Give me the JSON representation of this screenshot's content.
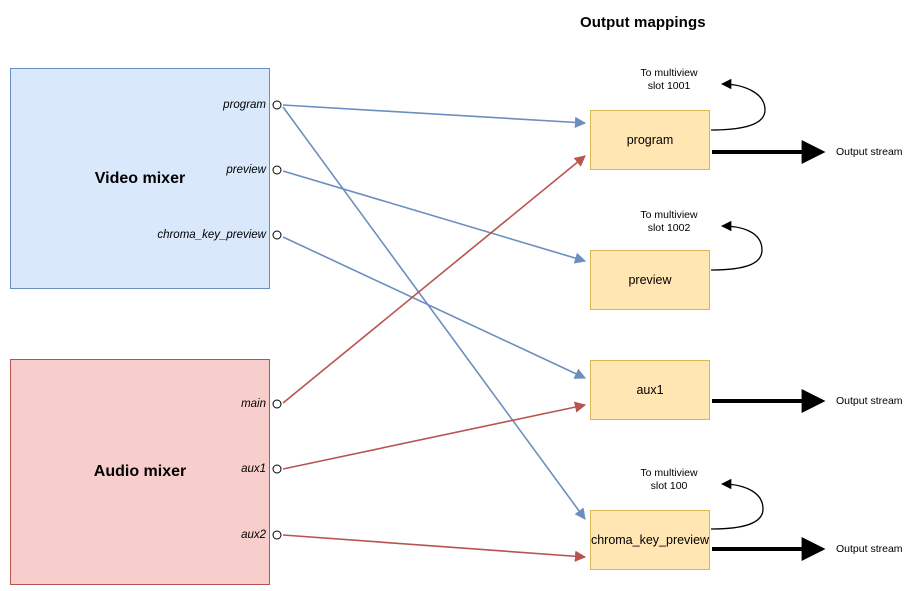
{
  "title": "Output mappings",
  "colors": {
    "video_fill": "#dae8fc",
    "video_stroke": "#6c8ebf",
    "audio_fill": "#f8cecc",
    "audio_stroke": "#b85450",
    "output_fill": "#ffe6b3",
    "output_stroke": "#d6b656",
    "video_wire": "#6c8ebf",
    "audio_wire": "#b85450",
    "stream_wire": "#000000"
  },
  "sources": [
    {
      "id": "video-mixer",
      "title": "Video mixer",
      "ports": [
        {
          "id": "program",
          "label": "program"
        },
        {
          "id": "preview",
          "label": "preview"
        },
        {
          "id": "chroma_key_preview",
          "label": "chroma_key_preview"
        }
      ]
    },
    {
      "id": "audio-mixer",
      "title": "Audio mixer",
      "ports": [
        {
          "id": "main",
          "label": "main"
        },
        {
          "id": "aux1",
          "label": "aux1"
        },
        {
          "id": "aux2",
          "label": "aux2"
        }
      ]
    }
  ],
  "outputs": [
    {
      "id": "program",
      "label": "program",
      "multiview": "To multiview\nslot 1001",
      "multiview_line1": "To multiview",
      "multiview_line2": "slot 1001",
      "stream_label": "Output stream",
      "has_multiview": true,
      "has_stream": true
    },
    {
      "id": "preview",
      "label": "preview",
      "multiview_line1": "To multiview",
      "multiview_line2": "slot 1002",
      "stream_label": "",
      "has_multiview": true,
      "has_stream": false
    },
    {
      "id": "aux1",
      "label": "aux1",
      "multiview_line1": "",
      "multiview_line2": "",
      "stream_label": "Output stream",
      "has_multiview": false,
      "has_stream": true
    },
    {
      "id": "chroma_key_preview",
      "label": "chroma_key_preview",
      "multiview_line1": "To multiview",
      "multiview_line2": "slot 100",
      "stream_label": "Output stream",
      "has_multiview": true,
      "has_stream": true
    }
  ],
  "connections": [
    {
      "from": "video.program",
      "to": "out.program",
      "kind": "video"
    },
    {
      "from": "video.program",
      "to": "out.chroma_key_preview",
      "kind": "video"
    },
    {
      "from": "video.preview",
      "to": "out.preview",
      "kind": "video"
    },
    {
      "from": "video.chroma_key_preview",
      "to": "out.aux1",
      "kind": "video"
    },
    {
      "from": "audio.main",
      "to": "out.program",
      "kind": "audio"
    },
    {
      "from": "audio.aux1",
      "to": "out.aux1",
      "kind": "audio"
    },
    {
      "from": "audio.aux2",
      "to": "out.chroma_key_preview",
      "kind": "audio"
    }
  ]
}
